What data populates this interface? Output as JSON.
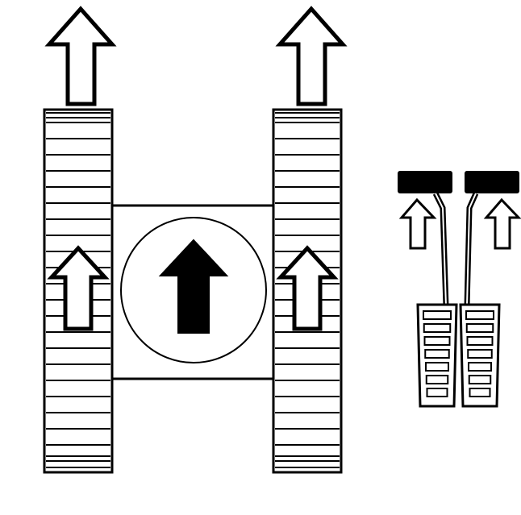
{
  "diagram": {
    "subject": "tracked-vehicle-forward-travel-with-control-levers",
    "colors": {
      "stroke": "#000000",
      "fill": "#ffffff",
      "solid": "#000000"
    },
    "left_track": {
      "direction": "forward"
    },
    "right_track": {
      "direction": "forward"
    },
    "upper_body": {
      "travel_direction": "forward"
    },
    "levers": [
      {
        "side": "left",
        "direction": "forward"
      },
      {
        "side": "right",
        "direction": "forward"
      }
    ]
  }
}
